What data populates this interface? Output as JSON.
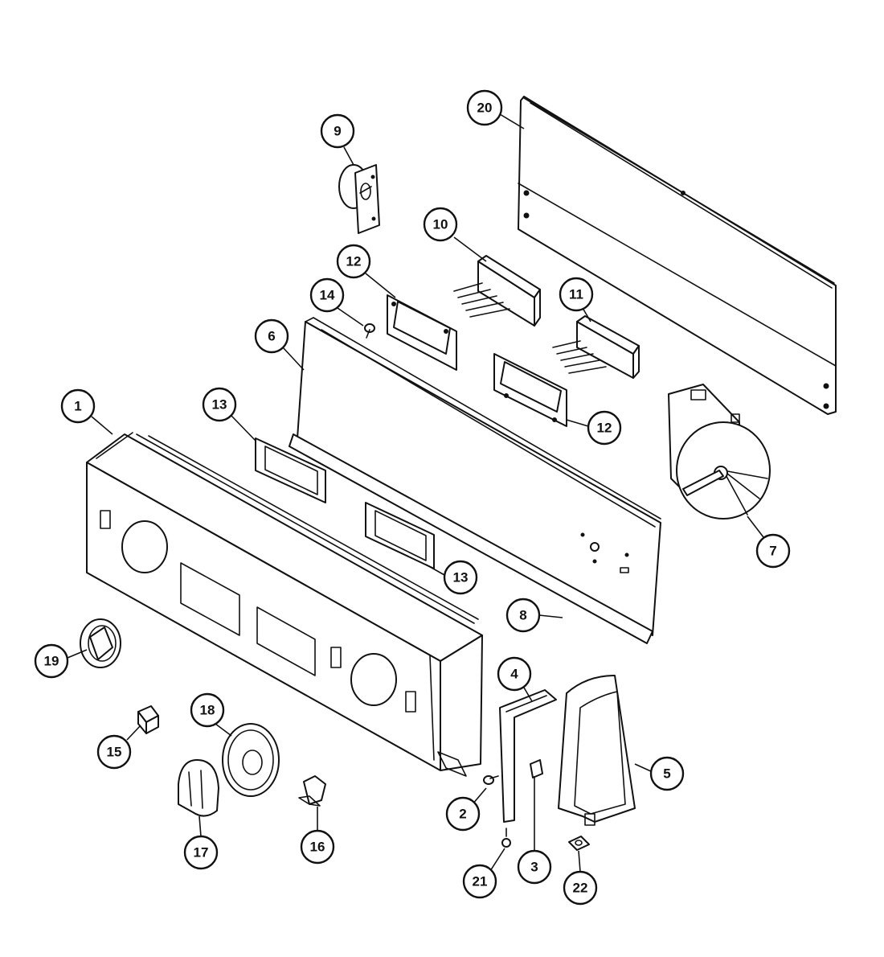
{
  "diagram": {
    "callouts": [
      {
        "id": "c1",
        "label": "1"
      },
      {
        "id": "c2",
        "label": "2"
      },
      {
        "id": "c3",
        "label": "3"
      },
      {
        "id": "c4",
        "label": "4"
      },
      {
        "id": "c5",
        "label": "5"
      },
      {
        "id": "c6",
        "label": "6"
      },
      {
        "id": "c7",
        "label": "7"
      },
      {
        "id": "c8",
        "label": "8"
      },
      {
        "id": "c9",
        "label": "9"
      },
      {
        "id": "c10",
        "label": "10"
      },
      {
        "id": "c11",
        "label": "11"
      },
      {
        "id": "c12a",
        "label": "12"
      },
      {
        "id": "c12b",
        "label": "12"
      },
      {
        "id": "c13a",
        "label": "13"
      },
      {
        "id": "c13b",
        "label": "13"
      },
      {
        "id": "c14",
        "label": "14"
      },
      {
        "id": "c15",
        "label": "15"
      },
      {
        "id": "c16",
        "label": "16"
      },
      {
        "id": "c17",
        "label": "17"
      },
      {
        "id": "c18",
        "label": "18"
      },
      {
        "id": "c19",
        "label": "19"
      },
      {
        "id": "c20",
        "label": "20"
      },
      {
        "id": "c21",
        "label": "21"
      },
      {
        "id": "c22",
        "label": "22"
      }
    ]
  }
}
